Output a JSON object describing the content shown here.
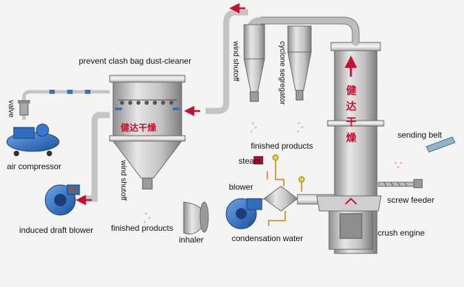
{
  "labels": {
    "valve": "valve",
    "air_compressor": "air compressor",
    "prevent_clash_bag_dust_cleaner": "prevent clash bag dust-cleaner",
    "wind_shutoff_top": "wind shutoff",
    "cyclone_segregator": "cyclone segregator",
    "finished_products_top": "finished products",
    "sending_belt": "sending belt",
    "steam": "steam",
    "blower": "blower",
    "wind_shutoff_mid": "wind shutoff",
    "induced_draft_blower": "induced draft blower",
    "finished_products_bottom": "finished products",
    "inhaler": "inhaler",
    "condensation_water": "condensation water",
    "screw_feeder": "screw feeder",
    "crush_engine": "crush engine"
  },
  "brand_cn": "健达干燥",
  "colors": {
    "pipe": "#c9c9c9",
    "steel": "#b9b9b9",
    "accent_red": "#c8102e",
    "motor_blue": "#1f5fb0",
    "steam_box": "#a8103a",
    "yellow_valve": "#e8d23a"
  }
}
